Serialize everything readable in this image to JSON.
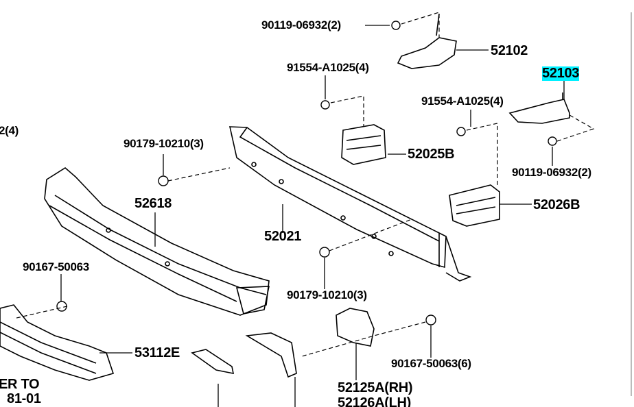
{
  "labels": {
    "p90119_top": "90119-06932(2)",
    "p52102": "52102",
    "p91554_a": "91554-A1025(4)",
    "p52103": "52103",
    "p91554_b": "91554-A1025(4)",
    "p_cut_left": "2(4)",
    "p90179_a": "90179-10210(3)",
    "p52025B": "52025B",
    "p90119_b": "90119-06932(2)",
    "p52618": "52618",
    "p52026B": "52026B",
    "p52021": "52021",
    "p90167_a": "90167-50063",
    "p90179_b": "90179-10210(3)",
    "p53112E": "53112E",
    "p90167_b": "90167-50063(6)",
    "p52125A": "52125A(RH)",
    "p52126A": "52126A(LH)",
    "refer_1": "ER TO",
    "refer_2": "81-01"
  },
  "highlight_color": "#00f0ff"
}
